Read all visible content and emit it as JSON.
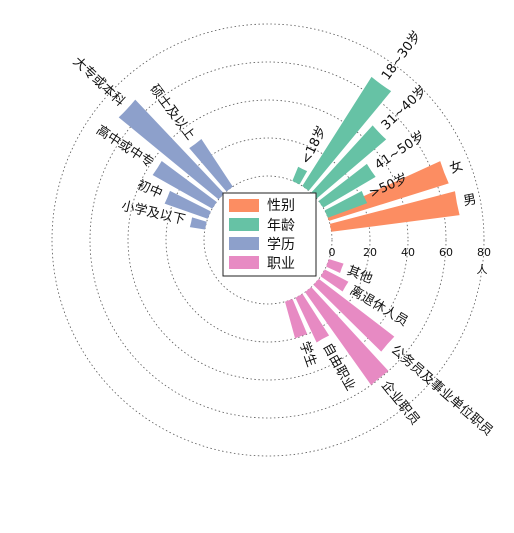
{
  "chart_data": {
    "type": "bar",
    "layout": "radial",
    "unit": "人",
    "rlim": [
      0,
      80
    ],
    "radial_ticks": [
      0,
      20,
      40,
      60,
      80
    ],
    "grid": true,
    "legend_position": "center",
    "series": [
      {
        "name": "性别",
        "color": "#fc8d62",
        "categories": [
          "女",
          "男"
        ],
        "values": [
          66,
          68
        ]
      },
      {
        "name": "年龄",
        "color": "#66c2a5",
        "categories": [
          "<18岁",
          "18~30岁",
          "31~40岁",
          "41~50岁",
          ">50岁"
        ],
        "values": [
          8,
          68,
          48,
          32,
          22
        ]
      },
      {
        "name": "学历",
        "color": "#8da0cb",
        "categories": [
          "小学及以下",
          "初中",
          "高中或中专",
          "大专或本科",
          "硕士及以上"
        ],
        "values": [
          8,
          24,
          36,
          68,
          30
        ]
      },
      {
        "name": "职业",
        "color": "#e78ac3",
        "categories": [
          "其他",
          "离退休人员",
          "公务员及事业单位职员",
          "企业职员",
          "自由职业",
          "学生"
        ],
        "values": [
          8,
          14,
          50,
          60,
          26,
          20
        ]
      }
    ]
  }
}
